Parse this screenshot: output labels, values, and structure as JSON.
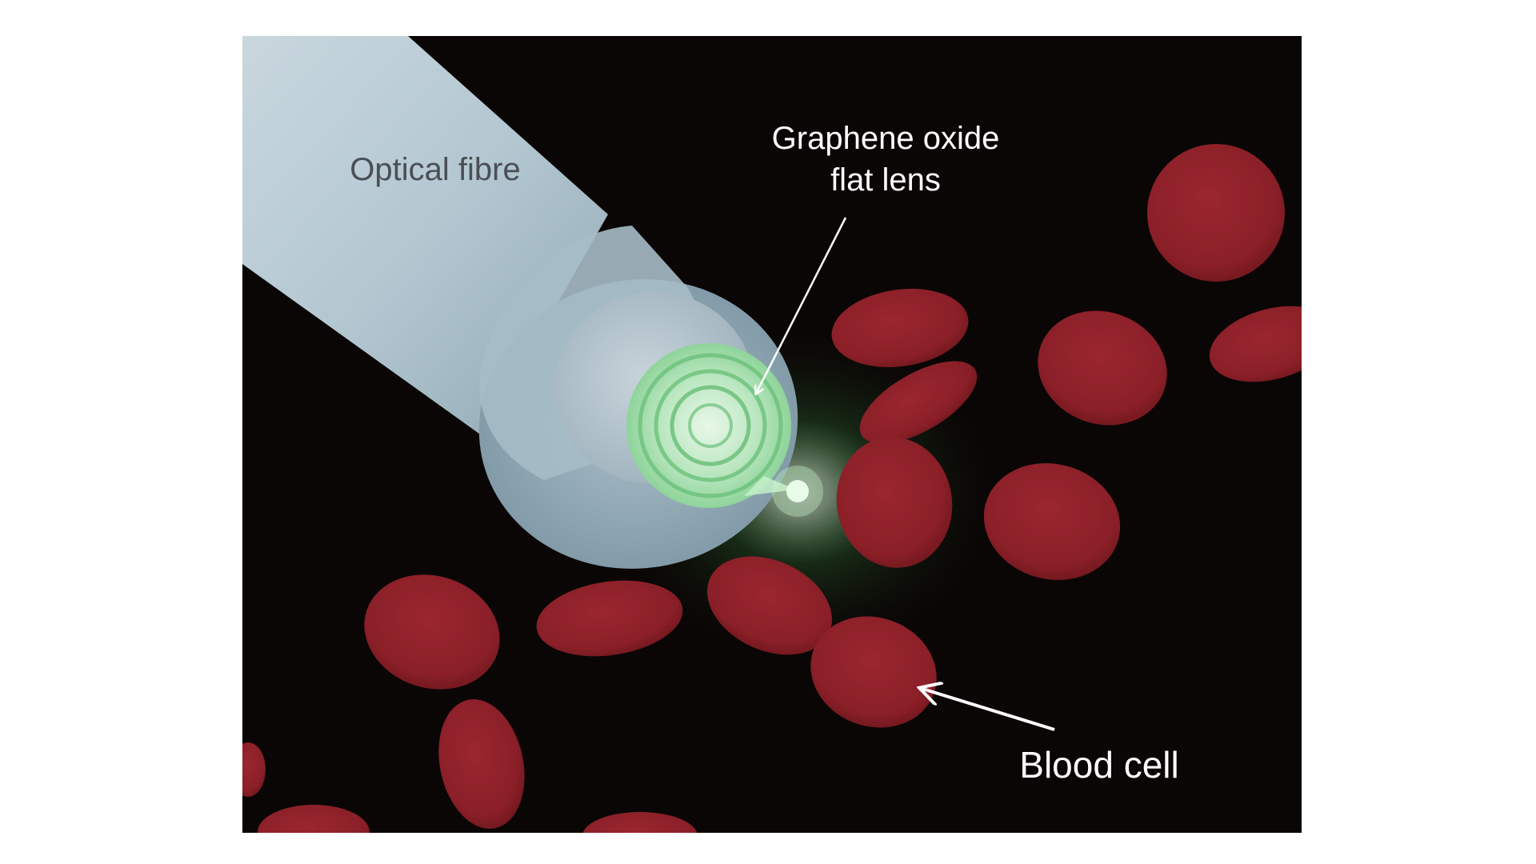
{
  "labels": {
    "optical_fibre": "Optical fibre",
    "lens_line1": "Graphene oxide",
    "lens_line2": "flat lens",
    "blood_cell": "Blood cell"
  },
  "colors": {
    "background": "#ffffff",
    "scene_background": "#0a0605",
    "fibre": "#b2c8d2",
    "blood_cell": "#8a2028",
    "lens_glow": "#a8e8b0",
    "label_dark": "#4a4f55",
    "label_light": "#ffffff"
  }
}
